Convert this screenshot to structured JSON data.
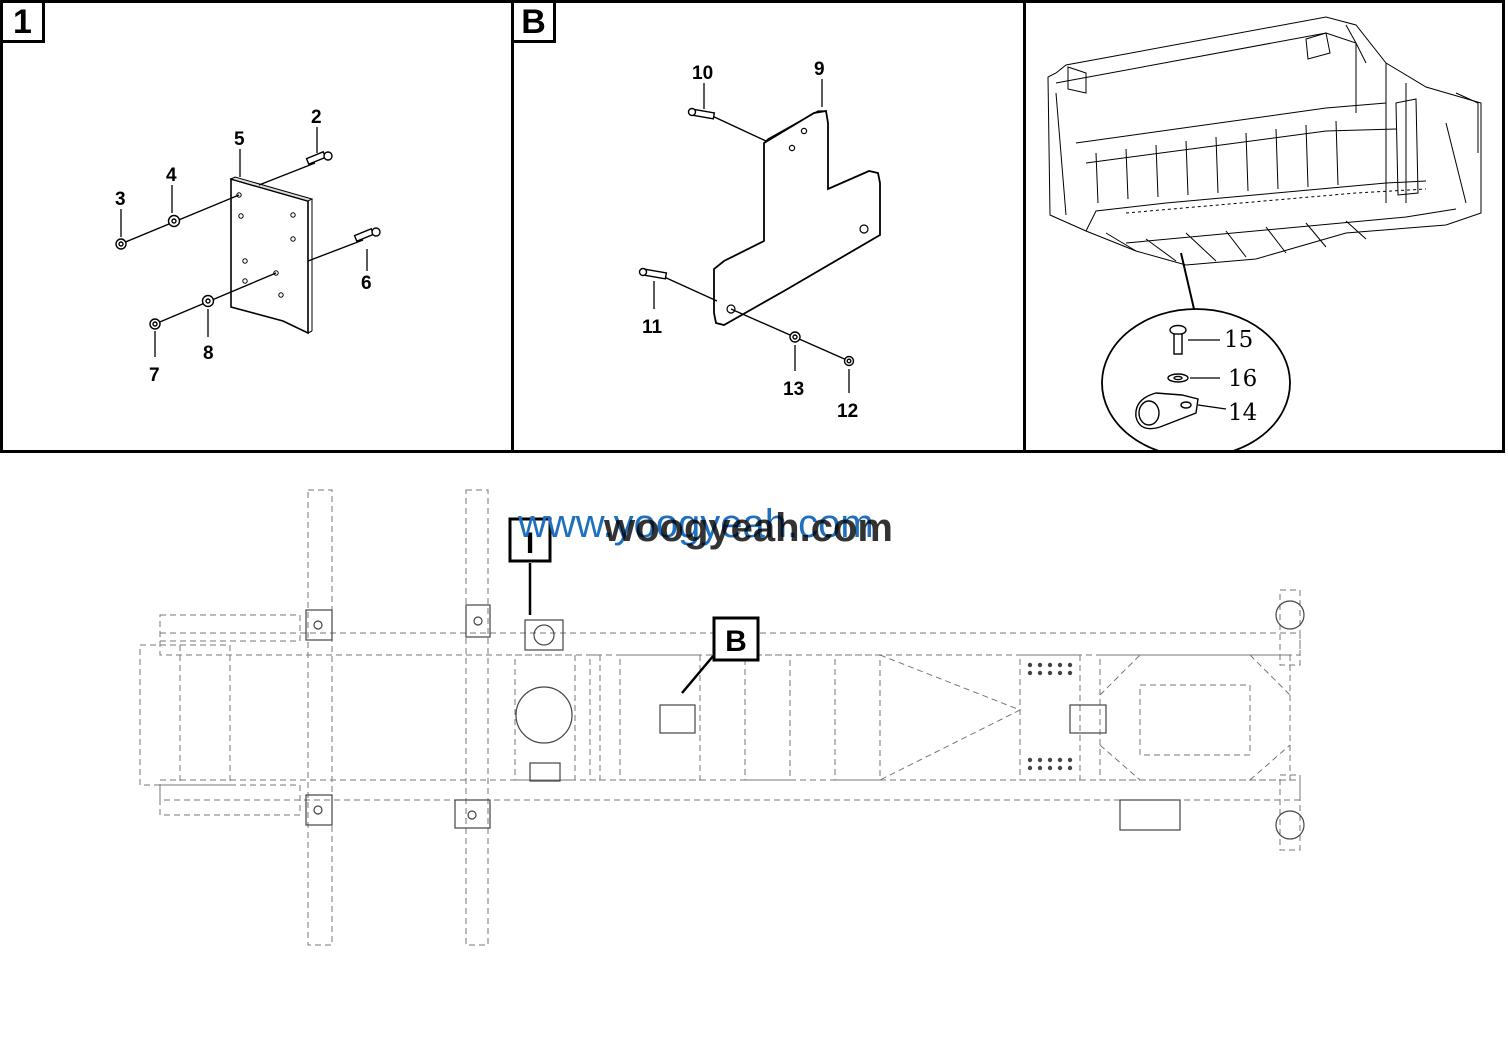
{
  "panels": [
    {
      "tag": "1",
      "callouts": [
        "2",
        "3",
        "4",
        "5",
        "6",
        "7",
        "8"
      ]
    },
    {
      "tag": "B",
      "callouts": [
        "9",
        "10",
        "11",
        "12",
        "13"
      ]
    },
    {
      "tag": "",
      "callouts": [
        "15",
        "16",
        "14"
      ]
    }
  ],
  "main_view": {
    "marker_i": "I",
    "marker_b": "B"
  },
  "watermark": {
    "text_front": "www.yoogyeah.com",
    "text_back": "woogyeah.com",
    "color_front": "#1f6fbf",
    "color_back": "#000000"
  }
}
